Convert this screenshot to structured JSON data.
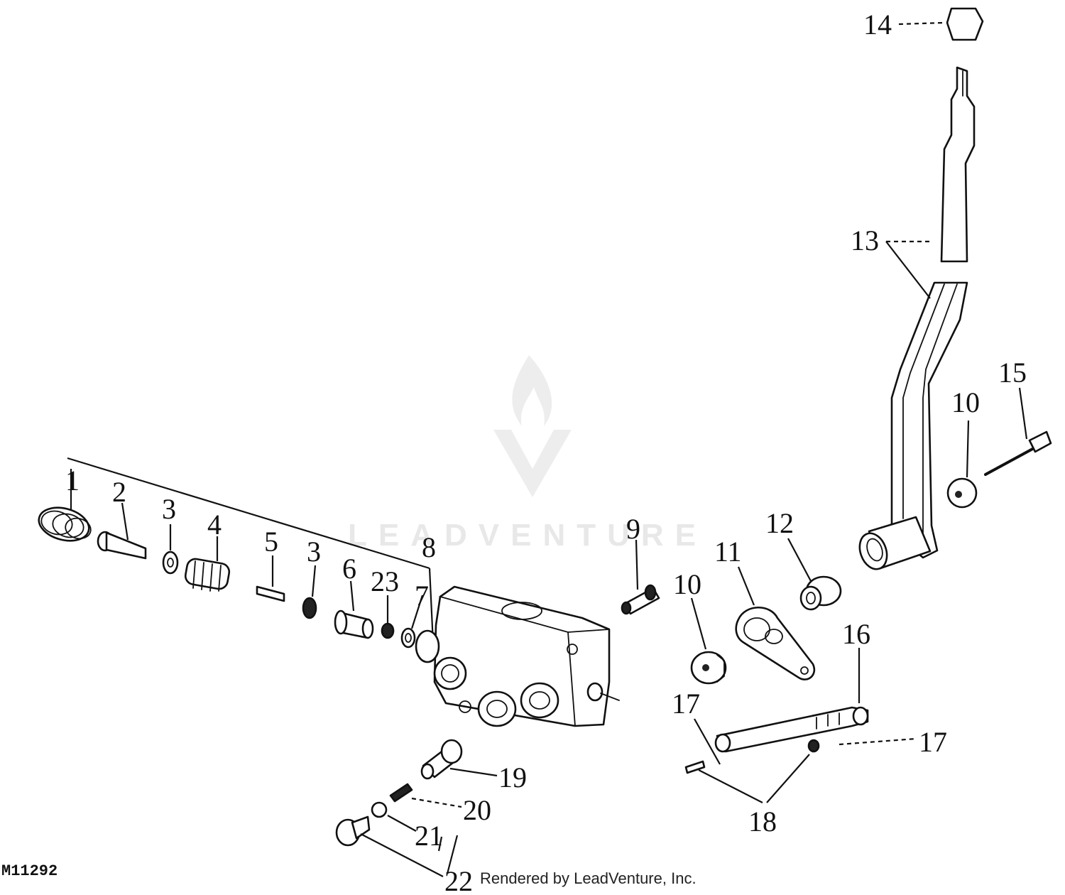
{
  "watermark": {
    "brand": "LEADVENTURE"
  },
  "figure_id": "M11292",
  "credit": "Rendered by LeadVenture, Inc.",
  "callouts": {
    "c1": "1",
    "c2": "2",
    "c3a": "3",
    "c4": "4",
    "c5": "5",
    "c3b": "3",
    "c6": "6",
    "c23": "23",
    "c7": "7",
    "c8": "8",
    "c9": "9",
    "c10a": "10",
    "c11": "11",
    "c12": "12",
    "c10b": "10",
    "c15": "15",
    "c13": "13",
    "c14": "14",
    "c16": "16",
    "c17a": "17",
    "c17b": "17",
    "c18": "18",
    "c19": "19",
    "c20": "20",
    "c21": "21",
    "c22": "22"
  }
}
